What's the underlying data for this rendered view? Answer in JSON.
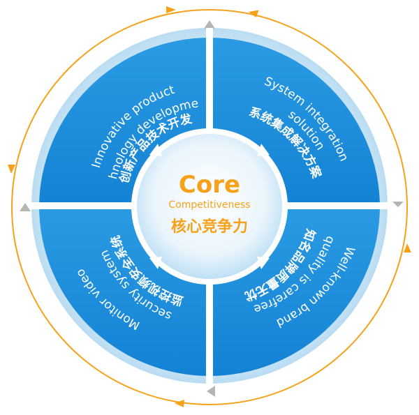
{
  "core": {
    "title": "Core",
    "subtitle": "Competitiveness",
    "title_zh": "核心竞争力"
  },
  "quadrants": [
    {
      "position": "top-left",
      "line1": "Innovative product",
      "line2": "technology development",
      "line_zh": "创新产品技术开发"
    },
    {
      "position": "top-right",
      "line1": "System integration",
      "line2": "solution",
      "line_zh": "系统集成解决方案"
    },
    {
      "position": "bottom-right",
      "line1": "Well-known brand",
      "line2": "quality is carefree",
      "line_zh": "知名品牌质量无忧"
    },
    {
      "position": "bottom-left",
      "line1": "Monitor video",
      "line2": "security system",
      "line_zh": "监控视频安全系统"
    }
  ],
  "colors": {
    "ring_orange": "#f5a21a",
    "quadrant_blue": "#1e8fdc",
    "quadrant_blue_dark": "#0f6cb8",
    "outer_ring": "#cfe7f7",
    "core_text": "#f5a21a",
    "grey_arrow": "#b5b5b5"
  }
}
